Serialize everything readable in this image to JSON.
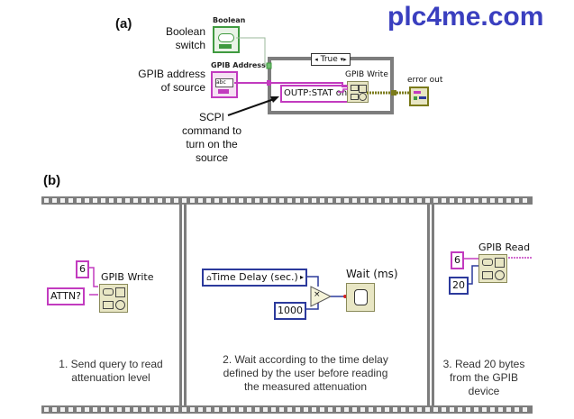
{
  "brand": {
    "text": "plc4me.com",
    "color": "#3a3fbf"
  },
  "part_a": {
    "label": "(a)",
    "annotations": {
      "boolean_switch": [
        "Boolean",
        "switch"
      ],
      "gpib_address": [
        "GPIB address",
        "of source"
      ],
      "scpi": [
        "SCPI",
        "command to",
        "turn on the",
        "source"
      ]
    },
    "controls": {
      "boolean_title": "Boolean",
      "gpib_address_title": "GPIB Address",
      "gpib_address_glyph": "abc"
    },
    "case_structure": {
      "selector": "True"
    },
    "scpi_constant": "OUTP:STAT on",
    "gpib_write_title": "GPIB Write",
    "error_out_title": "error out"
  },
  "part_b": {
    "label": "(b)",
    "frames": [
      {
        "address_constant": "6",
        "string_constant": "ATTN?",
        "node_title": "GPIB Write",
        "caption": [
          "1. Send query to read",
          "attenuation level"
        ]
      },
      {
        "local_variable": "Time Delay (sec.)",
        "multiplier_constant": "1000",
        "multiply_symbol": "×",
        "node_title": "Wait (ms)",
        "caption": [
          "2. Wait according to the time delay",
          "defined by the user before reading",
          "the measured attenuation"
        ]
      },
      {
        "address_constant": "6",
        "byte_count_constant": "20",
        "node_title": "GPIB Read",
        "caption": [
          "3. Read 20 bytes",
          "from the GPIB",
          "device"
        ]
      }
    ]
  },
  "colors": {
    "string_wire": "#c23bbf",
    "numeric_wire": "#2c3a9c",
    "boolean_wire": "#3f9a3f",
    "error_wire": "#7a7a1a",
    "frame_gray": "#7d7d7d"
  }
}
